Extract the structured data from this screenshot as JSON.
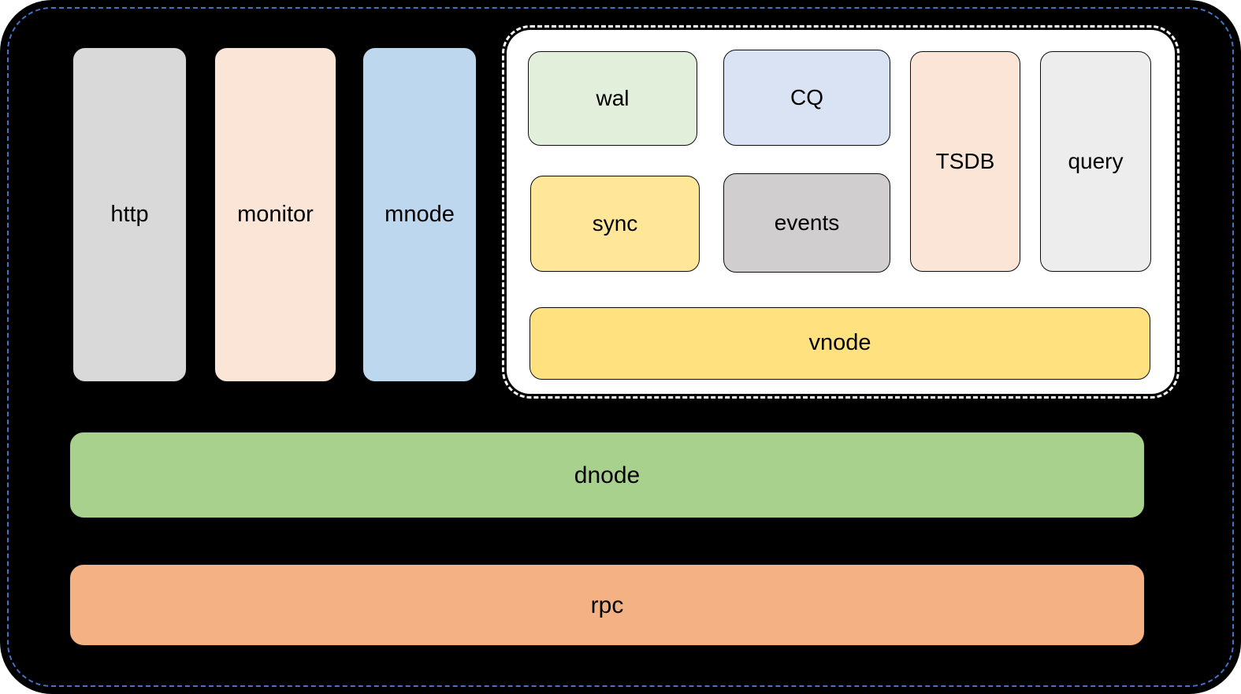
{
  "diagram": {
    "colors": {
      "background": "#000000",
      "frame_border": "#4472c4",
      "panel_bg": "#ffffff",
      "box_border": "#0d0d0d",
      "text": "#000000"
    },
    "nodes": {
      "http": {
        "label": "http",
        "bg": "#d9d9d9"
      },
      "monitor": {
        "label": "monitor",
        "bg": "#fbe5d6"
      },
      "mnode": {
        "label": "mnode",
        "bg": "#bdd7ee"
      },
      "wal": {
        "label": "wal",
        "bg": "#e2efda"
      },
      "cq": {
        "label": "CQ",
        "bg": "#dae3f3"
      },
      "tsdb": {
        "label": "TSDB",
        "bg": "#fbe5d6"
      },
      "query": {
        "label": "query",
        "bg": "#ededed"
      },
      "sync": {
        "label": "sync",
        "bg": "#ffe699"
      },
      "events": {
        "label": "events",
        "bg": "#d0cece"
      },
      "vnode": {
        "label": "vnode",
        "bg": "#ffe180"
      },
      "dnode": {
        "label": "dnode",
        "bg": "#a9d18e"
      },
      "rpc": {
        "label": "rpc",
        "bg": "#f4b183"
      }
    }
  }
}
